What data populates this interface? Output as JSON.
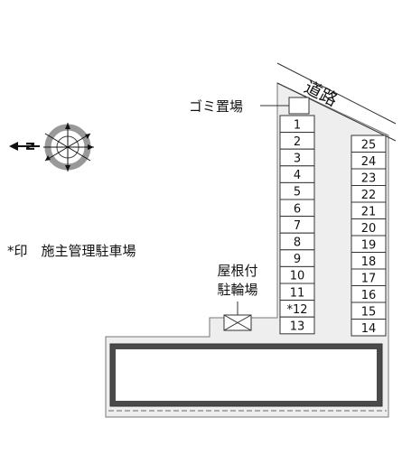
{
  "labels": {
    "road": "道路",
    "garbage": "ゴミ置場",
    "bike_line1": "屋根付",
    "bike_line2": "駐輪場",
    "legend": "*印　施主管理駐車場",
    "compass_north": "N"
  },
  "parking": {
    "left": [
      {
        "num": "1",
        "text": "1"
      },
      {
        "num": "2",
        "text": "2"
      },
      {
        "num": "3",
        "text": "3"
      },
      {
        "num": "4",
        "text": "4"
      },
      {
        "num": "5",
        "text": "5"
      },
      {
        "num": "6",
        "text": "6"
      },
      {
        "num": "7",
        "text": "7"
      },
      {
        "num": "8",
        "text": "8"
      },
      {
        "num": "9",
        "text": "9"
      },
      {
        "num": "10",
        "text": "10"
      },
      {
        "num": "11",
        "text": "11"
      },
      {
        "num": "12",
        "text": "*12"
      },
      {
        "num": "13",
        "text": "13"
      }
    ],
    "right": [
      {
        "num": "25",
        "text": "25"
      },
      {
        "num": "24",
        "text": "24"
      },
      {
        "num": "23",
        "text": "23"
      },
      {
        "num": "22",
        "text": "22"
      },
      {
        "num": "21",
        "text": "21"
      },
      {
        "num": "20",
        "text": "20"
      },
      {
        "num": "19",
        "text": "19"
      },
      {
        "num": "18",
        "text": "18"
      },
      {
        "num": "17",
        "text": "17"
      },
      {
        "num": "16",
        "text": "16"
      },
      {
        "num": "15",
        "text": "15"
      },
      {
        "num": "14",
        "text": "14"
      }
    ]
  },
  "colors": {
    "lot_fill": "#eeeeee",
    "building_border": "#555555",
    "line": "#333333",
    "compass_ring": "#999999"
  }
}
